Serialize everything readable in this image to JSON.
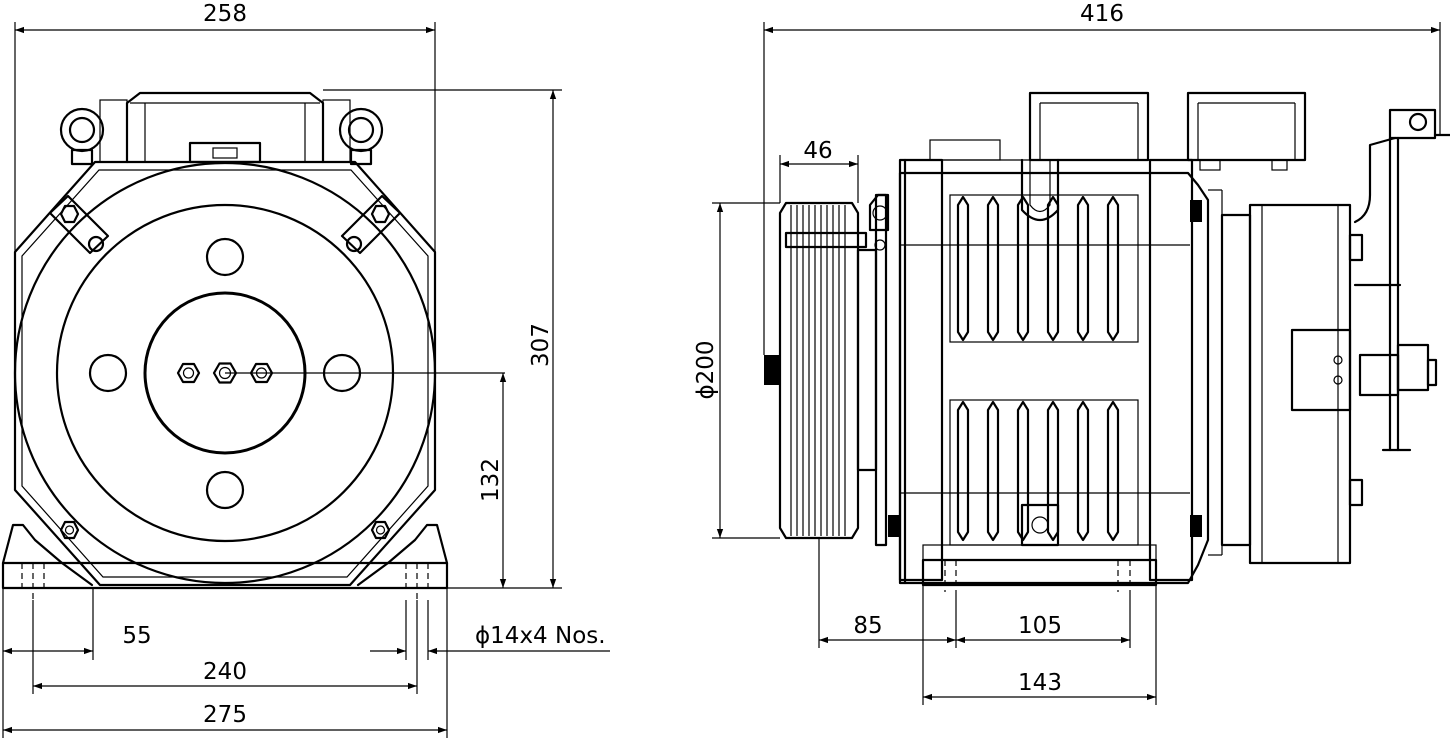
{
  "dimensions": {
    "front_width": "258",
    "side_length": "416",
    "height": "307",
    "shaft_height": "132",
    "foot_offset": "55",
    "mounting_centers": "240",
    "base_width": "275",
    "mounting_holes": "ϕ14x4 Nos.",
    "sheave_width": "46",
    "sheave_diameter": "ϕ200",
    "sheave_offset": "85",
    "foot_hole_centers": "105",
    "foot_length": "143"
  }
}
